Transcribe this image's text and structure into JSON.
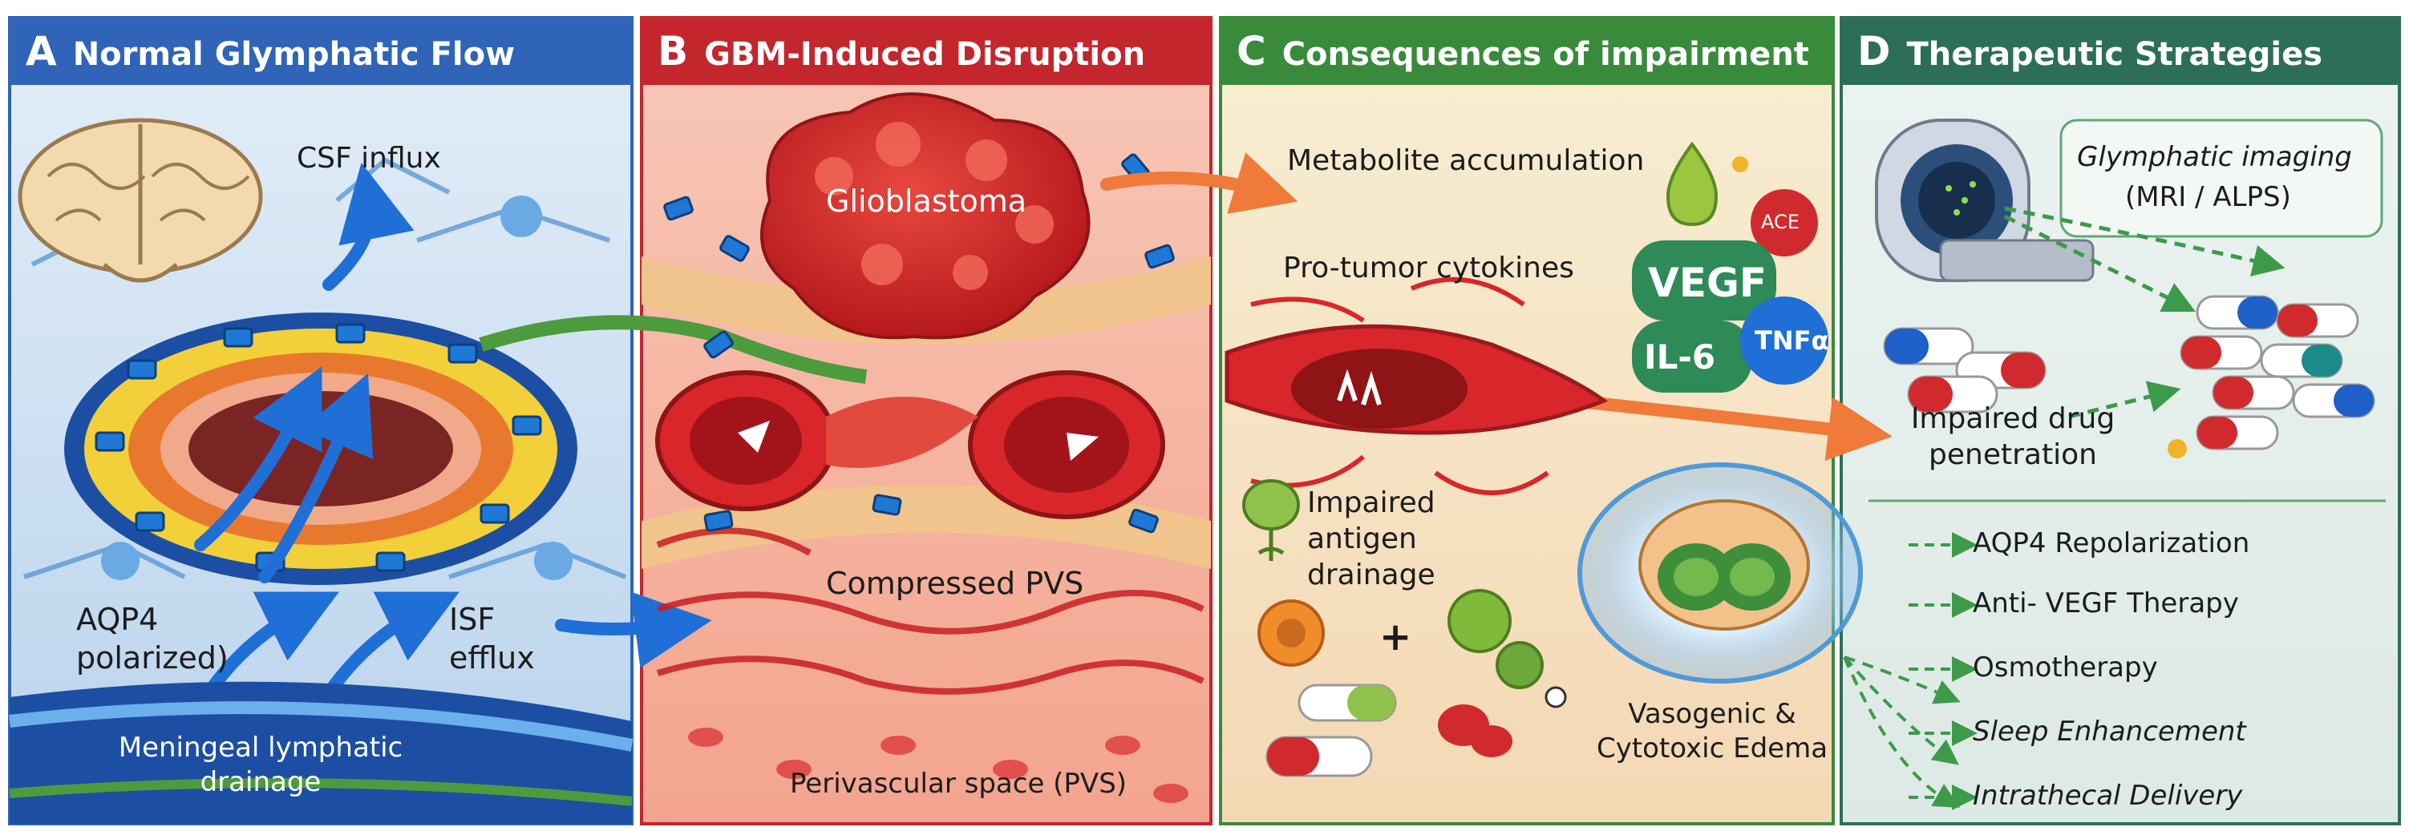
{
  "panels": [
    {
      "letter": "A",
      "title": "Normal Glymphatic Flow",
      "color": "#2f64b8"
    },
    {
      "letter": "B",
      "title": "GBM-Induced Disruption",
      "color": "#c3262d"
    },
    {
      "letter": "C",
      "title": "Consequences of impairment",
      "color": "#3a8a3c"
    },
    {
      "letter": "D",
      "title": "Therapeutic Strategies",
      "color": "#2d6e56"
    }
  ],
  "panel_a": {
    "csf_influx": "CSF influx",
    "aqp4": "AQP4 polarized)",
    "isf": "ISF efflux",
    "meningeal": "Meningeal lymphatic drainage"
  },
  "panel_b": {
    "tumor": "Glioblastoma",
    "compressed": "Compressed PVS",
    "pvs": "Perivascular space (PVS)"
  },
  "panel_c": {
    "metabolite": "Metabolite accumulation",
    "cytokines": "Pro-tumor cytokines",
    "ace": "ACE",
    "vegf": "VEGF",
    "il6": "IL-6",
    "tnfa": "TNFα",
    "antigen": "Impaired antigen drainage",
    "plus": "+",
    "edema": "Vasogenic & Cytotoxic Edema"
  },
  "panel_d": {
    "imaging": "Glymphatic imaging",
    "imaging_sub": "(MRI / ALPS)",
    "drug": "Impaired drug penetration",
    "strategies": [
      {
        "label": "AQP4 Repolarization",
        "italic": false
      },
      {
        "label": "Anti- VEGF Therapy",
        "italic": false
      },
      {
        "label": "Osmotherapy",
        "italic": false
      },
      {
        "label": "Sleep Enhancement",
        "italic": true
      },
      {
        "label": "Intrathecal Delivery",
        "italic": true
      }
    ]
  }
}
